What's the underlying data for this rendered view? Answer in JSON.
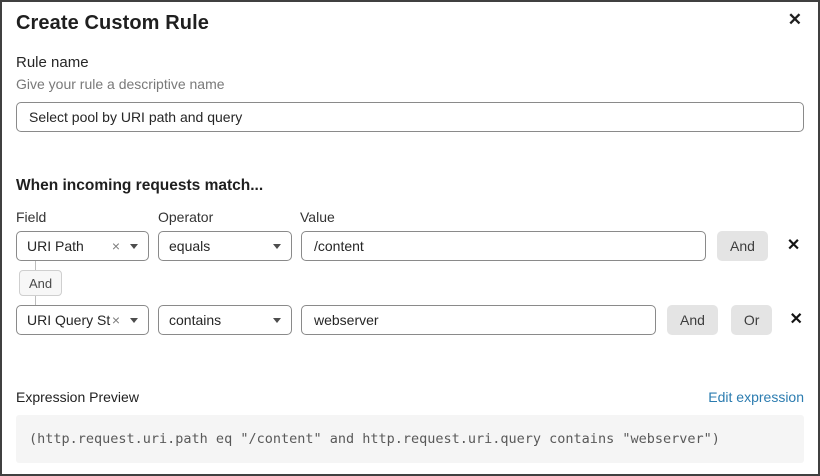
{
  "dialog": {
    "title": "Create Custom Rule"
  },
  "icons": {
    "close": "✕",
    "clear": "×",
    "remove": "✕"
  },
  "rule_name": {
    "label": "Rule name",
    "hint": "Give your rule a descriptive name",
    "value": "Select pool by URI path and query"
  },
  "matcher": {
    "heading": "When incoming requests match...",
    "columns": {
      "field": "Field",
      "operator": "Operator",
      "value": "Value"
    },
    "connector": "And",
    "rows": [
      {
        "field": "URI Path",
        "operator": "equals",
        "value": "/content",
        "and_label": "And"
      },
      {
        "field": "URI Query St...",
        "operator": "contains",
        "value": "webserver",
        "and_label": "And",
        "or_label": "Or"
      }
    ]
  },
  "expression": {
    "label": "Expression Preview",
    "edit_link": "Edit expression",
    "code": "(http.request.uri.path eq \"/content\" and http.request.uri.query contains \"webserver\")"
  },
  "colors": {
    "dialog_border": "#404040",
    "input_border": "#8a8a8a",
    "button_bg": "#e4e4e4",
    "code_bg": "#f5f5f5",
    "link": "#2c7cb0",
    "hint_text": "#797979"
  }
}
